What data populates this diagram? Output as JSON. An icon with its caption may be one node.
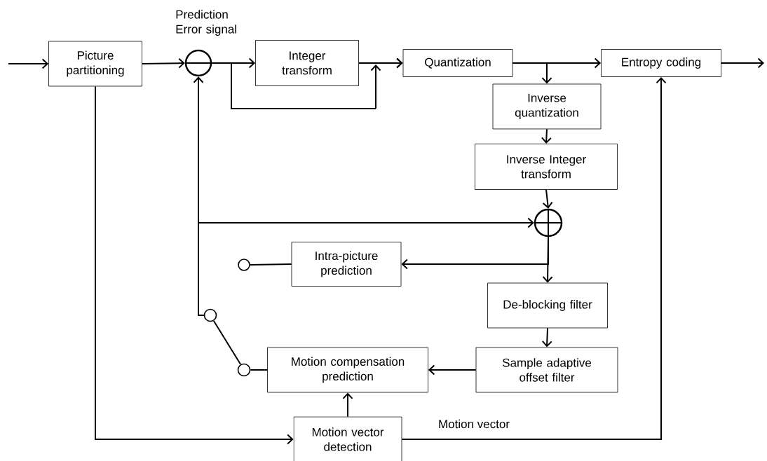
{
  "diagram": {
    "nodes": [
      {
        "text": [
          "Picture partitioning"
        ]
      },
      {
        "text": [],
        "shape": "circle",
        "beside": [
          "Prediction Error signal"
        ]
      },
      {
        "text": [
          "Integer transform"
        ]
      },
      {
        "text": [
          "Quantization"
        ]
      },
      {
        "text": [
          "Entropy coding"
        ]
      },
      {
        "text": [
          "Inverse quantization"
        ]
      },
      {
        "text": [
          "Inverse Integer transform"
        ]
      },
      {
        "text": [],
        "shape": "circle"
      },
      {
        "text": [
          "Intra-picture prediction"
        ]
      },
      {
        "text": [],
        "shape": "circle"
      },
      {
        "text": [
          "De-blocking filter"
        ]
      },
      {
        "text": [],
        "shape": "circle"
      },
      {
        "text": [],
        "shape": "circle"
      },
      {
        "text": [
          "Motion compensation prediction"
        ]
      },
      {
        "text": [
          "Sample adaptive offset filter"
        ]
      },
      {
        "text": [
          "Motion vector detection"
        ]
      }
    ],
    "edges": [
      {
        "from": null,
        "to": 0,
        "arrow": "to"
      },
      {
        "from": 0,
        "to": 1,
        "arrow": "to"
      },
      {
        "from": 1,
        "to": 2,
        "arrow": "to"
      },
      {
        "from": 2,
        "to": 3,
        "arrow": "to"
      },
      {
        "from": 1,
        "to": 3,
        "arrow": "to"
      },
      {
        "from": 3,
        "to": 4,
        "arrow": "to"
      },
      {
        "from": 3,
        "to": 5,
        "arrow": "to"
      },
      {
        "from": 4,
        "to": null,
        "arrow": "to"
      },
      {
        "from": 5,
        "to": 6,
        "arrow": "to"
      },
      {
        "from": 6,
        "to": 7,
        "arrow": "to"
      },
      {
        "from": 7,
        "to": 8,
        "arrow": "to"
      },
      {
        "from": 7,
        "to": 10,
        "arrow": "to"
      },
      {
        "from": 10,
        "to": 14,
        "arrow": "to"
      },
      {
        "from": 14,
        "to": 13,
        "arrow": "to"
      },
      {
        "from": 9,
        "to": 8,
        "arrow": "none"
      },
      {
        "from": 11,
        "to": 1,
        "arrow": "to"
      },
      {
        "from": 11,
        "to": 7,
        "arrow": "to"
      },
      {
        "from": 11,
        "to": 12,
        "arrow": "none"
      },
      {
        "from": 12,
        "to": 13,
        "arrow": "none"
      },
      {
        "from": 15,
        "to": 13,
        "arrow": "to"
      },
      {
        "from": 0,
        "to": 15,
        "arrow": "to"
      },
      {
        "from": 15,
        "to": 4,
        "arrow": "to",
        "label": "Motion vector"
      }
    ]
  }
}
